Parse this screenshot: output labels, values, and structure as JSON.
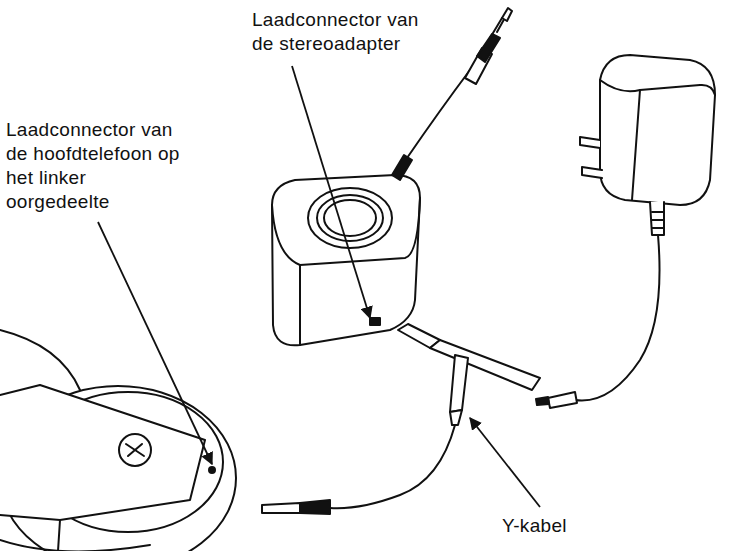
{
  "diagram": {
    "labels": [
      "Laadconnector van de stereoadapter",
      "Laadconnector van de hoofdtelefoon op het linker oorgedeelte",
      "Y-kabel"
    ]
  }
}
